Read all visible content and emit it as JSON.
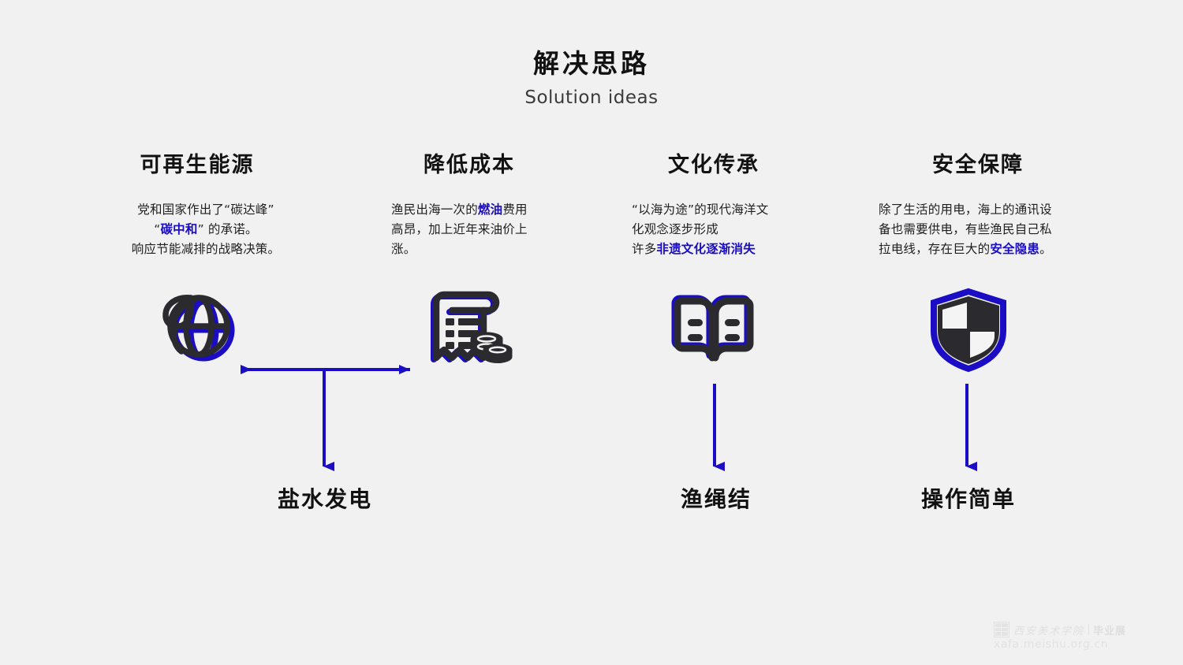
{
  "header": {
    "title_cn": "解决思路",
    "title_en": "Solution ideas"
  },
  "colors": {
    "background": "#f1f1f1",
    "accent_blue": "#1a0dc4",
    "icon_dark": "#2b2b2f",
    "text_dark": "#121212"
  },
  "columns": [
    {
      "title": "可再生能源",
      "icon": "globe-leaf-icon",
      "body_lines": [
        {
          "segments": [
            {
              "text": "党和国家作出了“碳达峰”",
              "highlight": false
            }
          ]
        },
        {
          "segments": [
            {
              "text": "“",
              "highlight": false
            },
            {
              "text": "碳中和",
              "highlight": true
            },
            {
              "text": "”  的承诺。",
              "highlight": false
            }
          ]
        },
        {
          "segments": [
            {
              "text": "响应节能减排的战略决策。",
              "highlight": false
            }
          ]
        }
      ]
    },
    {
      "title": "降低成本",
      "icon": "invoice-coins-icon",
      "body_lines": [
        {
          "segments": [
            {
              "text": "渔民出海一次的",
              "highlight": false
            },
            {
              "text": "燃油",
              "highlight": true
            },
            {
              "text": "费用",
              "highlight": false
            }
          ]
        },
        {
          "segments": [
            {
              "text": "高昂，加上近年来油价上",
              "highlight": false
            }
          ]
        },
        {
          "segments": [
            {
              "text": "涨。",
              "highlight": false
            }
          ]
        }
      ]
    },
    {
      "title": "文化传承",
      "icon": "open-book-icon",
      "body_lines": [
        {
          "segments": [
            {
              "text": "“以海为途”的现代海洋文",
              "highlight": false
            }
          ]
        },
        {
          "segments": [
            {
              "text": "化观念逐步形成",
              "highlight": false
            }
          ]
        },
        {
          "segments": [
            {
              "text": "许多",
              "highlight": false
            },
            {
              "text": "非遗文化逐渐消失",
              "highlight": true
            }
          ]
        }
      ]
    },
    {
      "title": "安全保障",
      "icon": "shield-icon",
      "body_lines": [
        {
          "segments": [
            {
              "text": "除了生活的用电，海上的通讯设",
              "highlight": false
            }
          ]
        },
        {
          "segments": [
            {
              "text": "备也需要供电，有些渔民自己私",
              "highlight": false
            }
          ]
        },
        {
          "segments": [
            {
              "text": "拉电线，存在巨大的",
              "highlight": false
            },
            {
              "text": "安全隐患",
              "highlight": true
            },
            {
              "text": "。",
              "highlight": false
            }
          ]
        }
      ]
    }
  ],
  "outcomes": [
    {
      "label": "盐水发电",
      "from": "merged-column-1-2"
    },
    {
      "label": "渔绳结",
      "from": "column-3"
    },
    {
      "label": "操作简单",
      "from": "column-4"
    }
  ],
  "connectors": {
    "merge_arrow": "double-headed-horizontal-arrow",
    "down_arrows": 3
  },
  "watermark": {
    "logo_text": "西安美术学院",
    "badge_text": "毕业展",
    "url": "xafa.meishu.org.cn"
  }
}
